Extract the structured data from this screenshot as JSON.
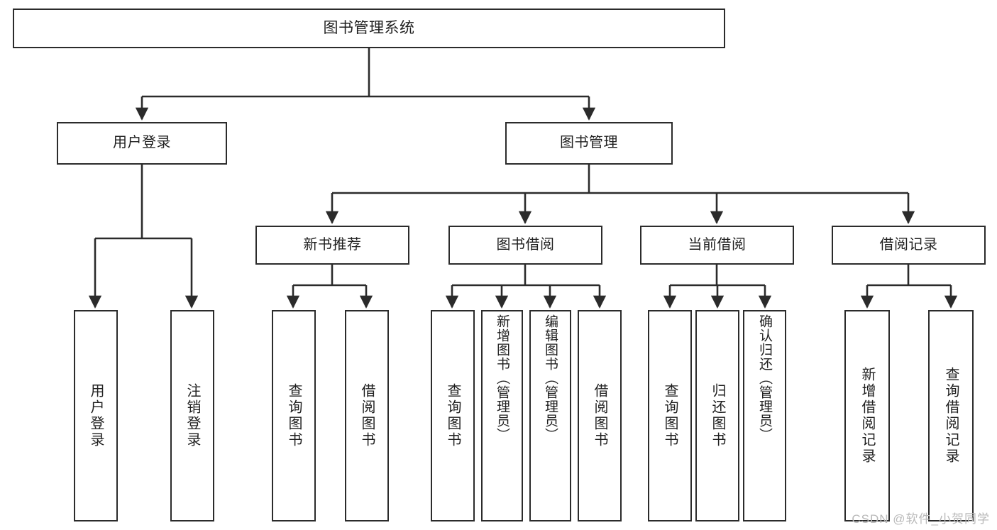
{
  "diagram": {
    "type": "tree-hierarchy",
    "title": "图书管理系统",
    "orientation": "top-down",
    "colors": {
      "stroke": "#2b2b2b",
      "fill": "#ffffff",
      "text": "#1f1f1f",
      "watermark": "#b9b9b9"
    },
    "watermark": "CSDN @软件_小贺同学",
    "nodes": {
      "root": {
        "label": "图书管理系统"
      },
      "level2": [
        {
          "id": "user-login",
          "label": "用户登录"
        },
        {
          "id": "book-management",
          "label": "图书管理"
        }
      ],
      "level3": [
        {
          "id": "new-book-recommend",
          "label": "新书推荐"
        },
        {
          "id": "book-borrow",
          "label": "图书借阅"
        },
        {
          "id": "current-borrow",
          "label": "当前借阅"
        },
        {
          "id": "borrow-record",
          "label": "借阅记录"
        }
      ],
      "leaves": [
        {
          "id": "leaf-user-login",
          "label": "用户登录",
          "parent": "user-login"
        },
        {
          "id": "leaf-user-logout",
          "label": "注销登录",
          "parent": "user-login"
        },
        {
          "id": "leaf-query-book-1",
          "label": "查询图书",
          "parent": "new-book-recommend"
        },
        {
          "id": "leaf-borrow-book-1",
          "label": "借阅图书",
          "parent": "new-book-recommend"
        },
        {
          "id": "leaf-query-book-2",
          "label": "查询图书",
          "parent": "book-borrow"
        },
        {
          "id": "leaf-add-book",
          "label": "新增图书（管理员）",
          "parent": "book-borrow"
        },
        {
          "id": "leaf-edit-book",
          "label": "编辑图书（管理员）",
          "parent": "book-borrow"
        },
        {
          "id": "leaf-borrow-book-2",
          "label": "借阅图书",
          "parent": "book-borrow"
        },
        {
          "id": "leaf-query-book-3",
          "label": "查询图书",
          "parent": "current-borrow"
        },
        {
          "id": "leaf-return-book",
          "label": "归还图书",
          "parent": "current-borrow"
        },
        {
          "id": "leaf-confirm-return",
          "label": "确认归还（管理员）",
          "parent": "current-borrow"
        },
        {
          "id": "leaf-add-record",
          "label": "新增借阅记录",
          "parent": "borrow-record"
        },
        {
          "id": "leaf-query-record",
          "label": "查询借阅记录",
          "parent": "borrow-record"
        }
      ]
    }
  }
}
